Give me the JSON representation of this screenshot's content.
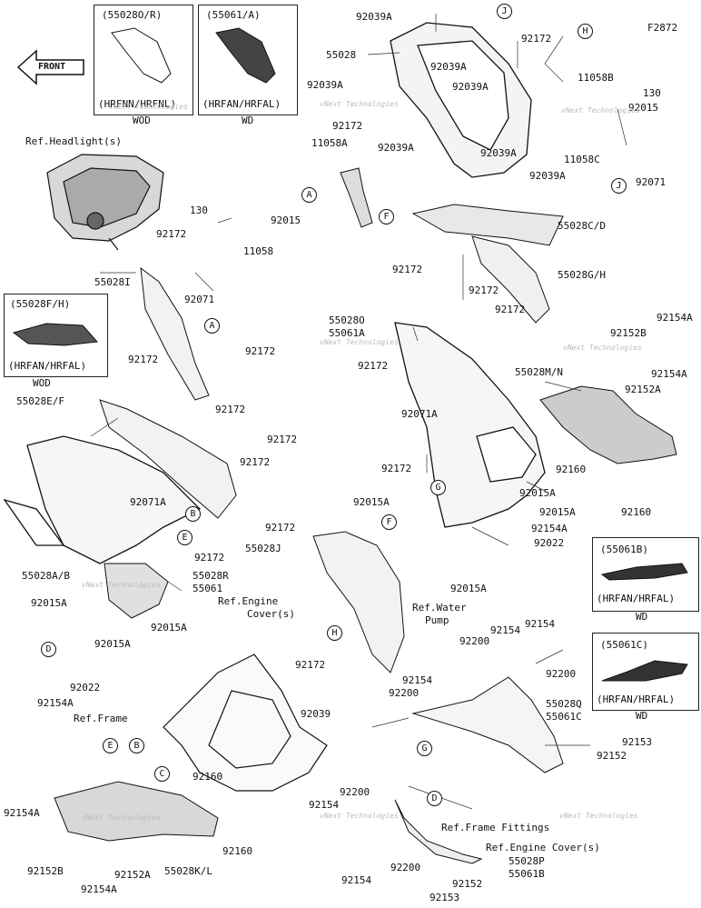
{
  "figure_code": "F2872",
  "front_label": "FRONT",
  "watermark": "vNext Technologies",
  "insets": [
    {
      "code": "(55028O/R)",
      "variant": "(HRFNN/HRFNL)",
      "market": "WOD"
    },
    {
      "code": "(55061/A)",
      "variant": "(HRFAN/HRFAL)",
      "market": "WD"
    },
    {
      "code": "(55028F/H)",
      "variant": "(HRFAN/HRFAL)",
      "market": "WOD"
    },
    {
      "code": "(55061B)",
      "variant": "(HRFAN/HRFAL)",
      "market": "WD"
    },
    {
      "code": "(55061C)",
      "variant": "(HRFAN/HRFAL)",
      "market": "WD"
    }
  ],
  "refs": {
    "headlight": "Ref.Headlight(s)",
    "engine_cover_1": "Ref.Engine",
    "engine_cover_2": "Cover(s)",
    "water_pump_1": "Ref.Water",
    "water_pump_2": "Pump",
    "frame": "Ref.Frame",
    "frame_fittings": "Ref.Frame Fittings",
    "engine_cover_b": "Ref.Engine Cover(s)"
  },
  "callouts": [
    "A",
    "B",
    "C",
    "D",
    "E",
    "F",
    "G",
    "H",
    "J"
  ],
  "labels": [
    "92039A",
    "55028",
    "92039A",
    "92039A",
    "92172",
    "92039A",
    "92172",
    "11058A",
    "92039A",
    "92039A",
    "92039A",
    "11058B",
    "130",
    "92015",
    "11058C",
    "92071",
    "130",
    "92015",
    "92172",
    "11058",
    "55028I",
    "92071",
    "92172",
    "92172",
    "55028E/F",
    "92172",
    "92172",
    "92172",
    "92071A",
    "55028A/B",
    "92172",
    "55028R",
    "55061",
    "92015A",
    "92015A",
    "92015A",
    "92022",
    "92154A",
    "55028C/D",
    "92172",
    "55028G/H",
    "92172",
    "92172",
    "55028O",
    "55061A",
    "92172",
    "55028M/N",
    "92154A",
    "92152B",
    "92154A",
    "92152A",
    "92071A",
    "92172",
    "92160",
    "92160",
    "92015A",
    "92015A",
    "92015A",
    "92154A",
    "92022",
    "92172",
    "55028J",
    "92015A",
    "92172",
    "92154",
    "92154",
    "92200",
    "92200",
    "92154",
    "92200",
    "55028Q",
    "55061C",
    "92039",
    "92153",
    "92152",
    "92200",
    "92154",
    "92154",
    "92200",
    "55028P",
    "55061B",
    "92152",
    "92153",
    "92160",
    "92160",
    "92154A",
    "92152B",
    "92152A",
    "92154A",
    "55028K/L"
  ]
}
